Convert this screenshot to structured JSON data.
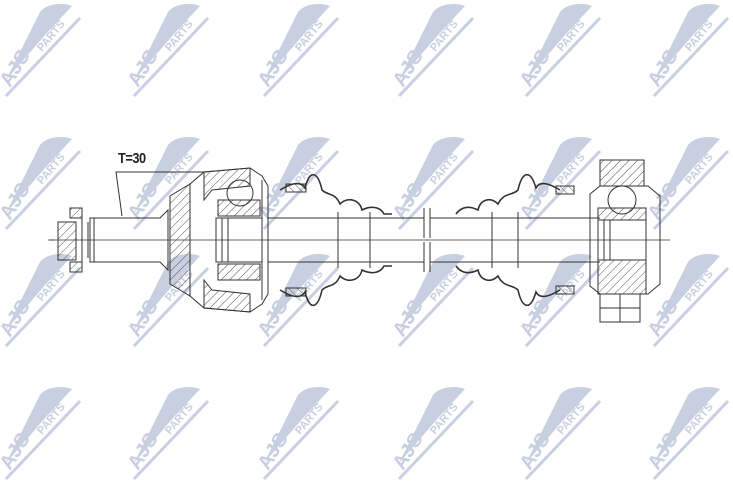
{
  "diagram": {
    "type": "technical-drawing",
    "subject": "drive shaft (CV axle) cross-section",
    "annotations": [
      {
        "id": "thread-label",
        "text": "T=30"
      }
    ],
    "colors": {
      "line": "#333333",
      "hatch": "#555555",
      "watermark": "#c7cfe0",
      "background": "#ffffff"
    }
  },
  "watermark": {
    "text_main": "AJS",
    "text_sub": "PARTS",
    "columns_x": [
      0,
      128,
      258,
      393,
      520,
      648
    ],
    "rows_y": [
      0,
      133,
      250,
      383
    ]
  }
}
